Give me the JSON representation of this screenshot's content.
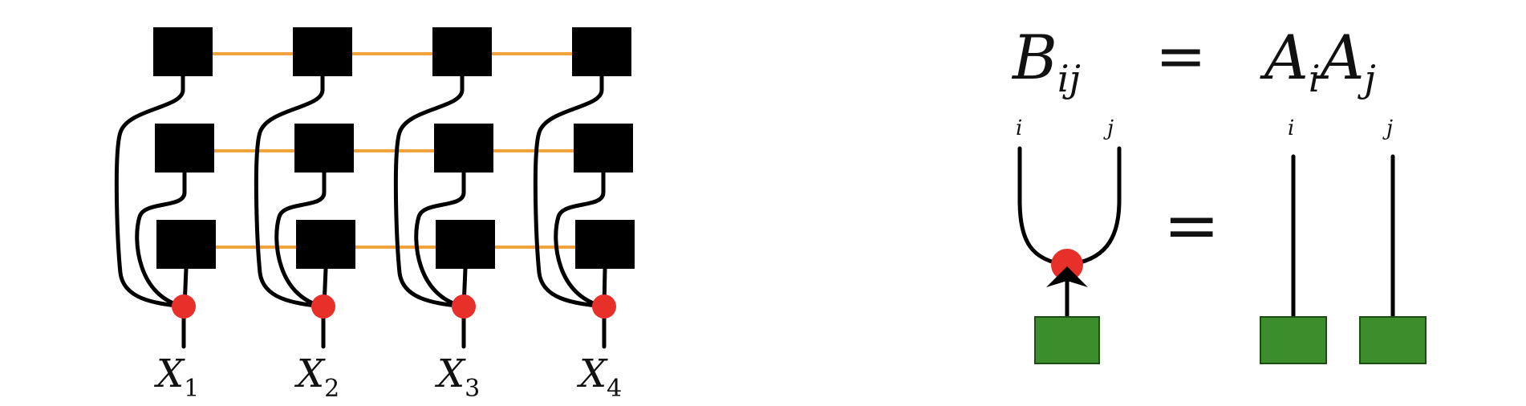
{
  "left_diagram": {
    "columns": 4,
    "rows": 3,
    "labels": [
      {
        "var": "X",
        "sub": "1"
      },
      {
        "var": "X",
        "sub": "2"
      },
      {
        "var": "X",
        "sub": "3"
      },
      {
        "var": "X",
        "sub": "4"
      }
    ],
    "colors": {
      "tensor": "#000000",
      "bond": "#f0a33a",
      "node": "#e8302a"
    }
  },
  "right_diagram": {
    "equation": {
      "lhs": {
        "var": "B",
        "sub": "ij"
      },
      "eq": "=",
      "rhs": [
        {
          "var": "A",
          "sub": "i"
        },
        {
          "var": "A",
          "sub": "j"
        }
      ]
    },
    "copy_legs": {
      "left": "i",
      "right": "j"
    },
    "identity_legs": {
      "left": "i",
      "right": "j"
    },
    "equals_symbol": "=",
    "colors": {
      "box": "#3c8d2b",
      "node": "#e8302a"
    }
  }
}
